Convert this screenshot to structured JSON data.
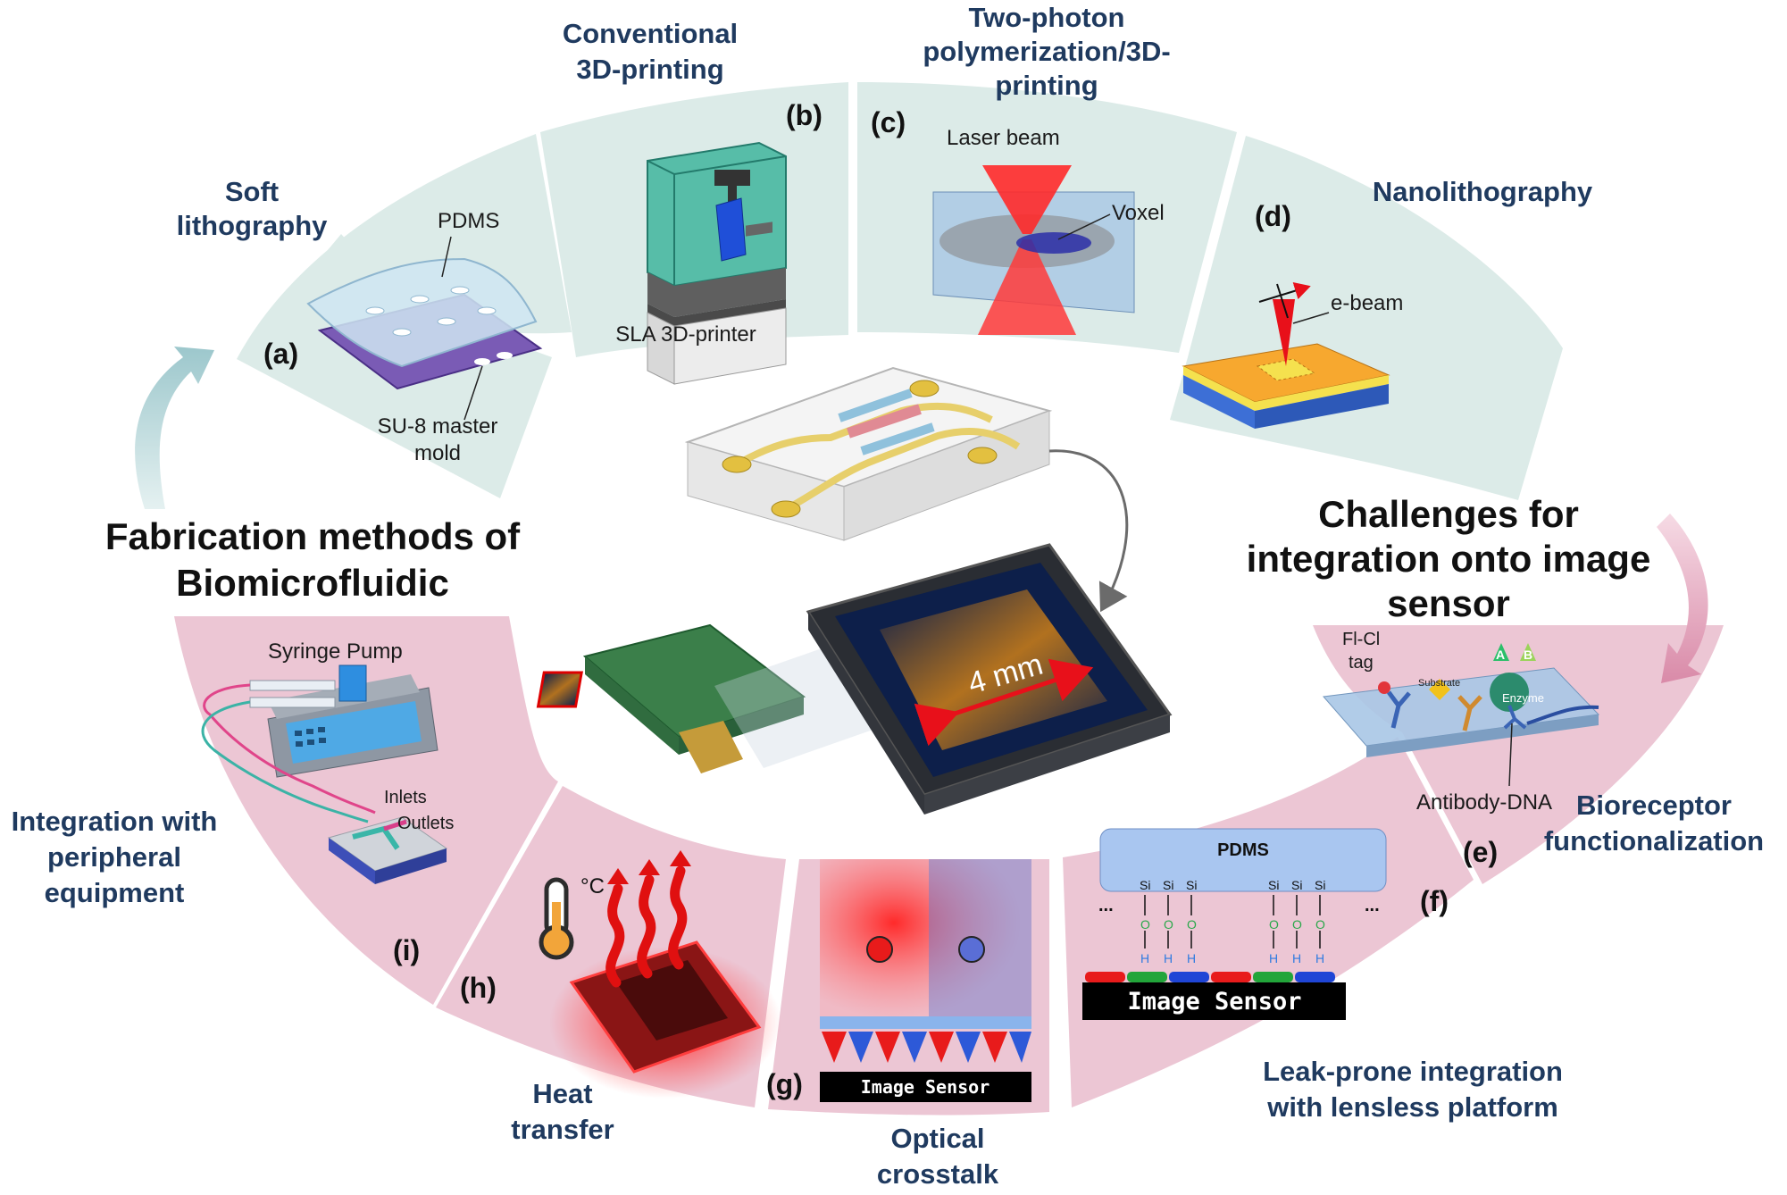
{
  "center_title_left": [
    "Fabrication methods of",
    "Biomicrofluidic"
  ],
  "center_title_right": [
    "Challenges for",
    "integration onto image",
    "sensor"
  ],
  "panels": {
    "a": {
      "letter": "(a)",
      "title": [
        "Soft",
        "lithography"
      ],
      "labels": {
        "pdms": "PDMS",
        "mold": [
          "SU-8 master",
          "mold"
        ]
      }
    },
    "b": {
      "letter": "(b)",
      "title": [
        "Conventional",
        "3D-printing"
      ],
      "labels": {
        "printer": "SLA 3D-printer"
      }
    },
    "c": {
      "letter": "(c)",
      "title": [
        "Two-photon",
        "polymerization/3D-",
        "printing"
      ],
      "labels": {
        "laser": "Laser beam",
        "voxel": "Voxel"
      }
    },
    "d": {
      "letter": "(d)",
      "title": [
        "Nanolithography"
      ],
      "labels": {
        "ebeam": "e-beam"
      }
    },
    "e": {
      "letter": "(e)",
      "title": [
        "Bioreceptor",
        "functionalization"
      ],
      "labels": {
        "tag": [
          "Fl-Cl",
          "tag"
        ],
        "antibody": "Antibody-DNA",
        "enzyme": "Enzyme",
        "substrate": "Substrate",
        "a": "A",
        "b": "B"
      }
    },
    "f": {
      "letter": "(f)",
      "title": [
        "Leak-prone integration",
        "with lensless platform"
      ],
      "labels": {
        "pdms": "PDMS",
        "sensor": "Image Sensor",
        "si": "Si",
        "o": "O",
        "h": "H",
        "dots": "..."
      }
    },
    "g": {
      "letter": "(g)",
      "title": [
        "Optical",
        "crosstalk"
      ],
      "labels": {
        "sensor": "Image Sensor"
      }
    },
    "h": {
      "letter": "(h)",
      "title": [
        "Heat",
        "transfer"
      ],
      "labels": {
        "deg": "°C"
      }
    },
    "i": {
      "letter": "(i)",
      "title": [
        "Integration with",
        "peripheral",
        "equipment"
      ],
      "labels": {
        "pump": "Syringe Pump",
        "inlets": "Inlets",
        "outlets": "Outlets"
      }
    }
  },
  "center": {
    "scale_label": "4 mm"
  },
  "colors": {
    "fabrication_band": "#dcebe8",
    "challenge_band": "#ecc6d4",
    "title_blue": "#1f3a5f"
  }
}
